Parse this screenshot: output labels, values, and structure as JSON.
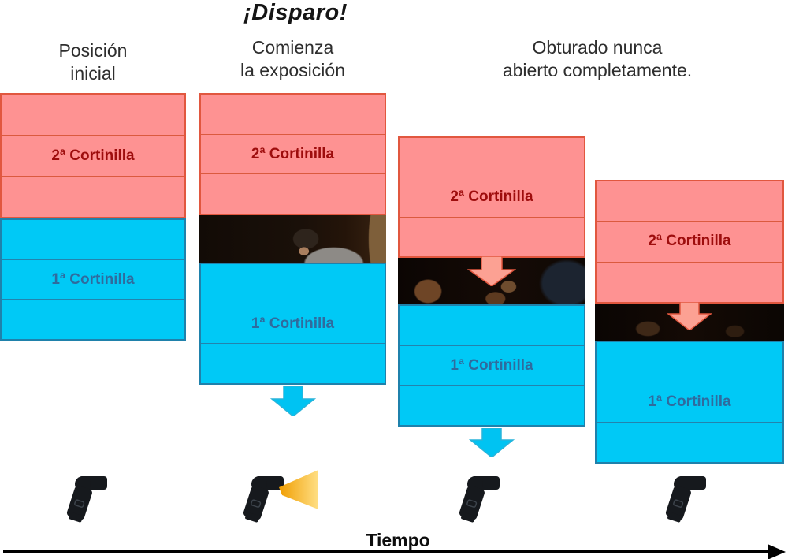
{
  "title": "¡Disparo!",
  "headers": {
    "col1": "Posición\ninicial",
    "col2": "Comienza\nla exposición",
    "col34": "Obturado nunca\nabierto completamente."
  },
  "labels": {
    "second_curtain": "2ª Cortinilla",
    "first_curtain": "1ª Cortinilla"
  },
  "timeline": {
    "label": "Tiempo"
  },
  "stages": [
    {
      "name": "posicion-inicial",
      "has_photo": false,
      "curtain1_arrow": false,
      "curtain2_arrow": false,
      "flash_firing": false
    },
    {
      "name": "comienza-la-exposicion",
      "has_photo": true,
      "curtain1_arrow": true,
      "curtain2_arrow": false,
      "flash_firing": true
    },
    {
      "name": "obturador-parcial-1",
      "has_photo": true,
      "curtain1_arrow": true,
      "curtain2_arrow": true,
      "flash_firing": false
    },
    {
      "name": "obturador-parcial-2",
      "has_photo": true,
      "curtain1_arrow": false,
      "curtain2_arrow": true,
      "flash_firing": false
    }
  ],
  "colors": {
    "curtain2_fill": "#fe9292",
    "curtain2_border": "#e1573f",
    "curtain2_text": "#9e0d0d",
    "curtain2_arrow": "#fca193",
    "curtain1_fill": "#00c9f6",
    "curtain1_border": "#1f81ab",
    "curtain1_text": "#2f6b9e",
    "curtain1_arrow": "#00c3f2",
    "flash_body": "#16191d",
    "flash_beam": "#f5a800",
    "timeline_arrow": "#000000"
  }
}
